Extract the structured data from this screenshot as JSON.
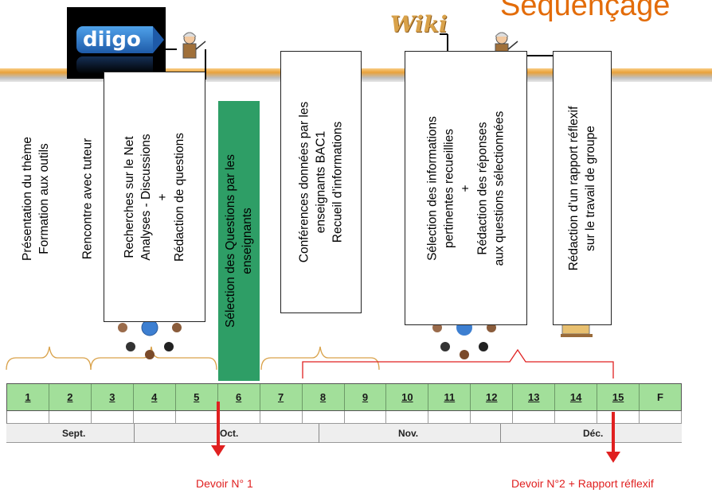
{
  "title": "Séquençage",
  "logos": {
    "diigo": "diigo",
    "wiki": "Wiki"
  },
  "activities": {
    "a1_line1": "Présentation du thème",
    "a1_line2": "Formation aux outils",
    "a2": "Rencontre avec tuteur",
    "a3_line1": "Recherches sur le Net",
    "a3_line2": "Analyses - Discussions",
    "a3_plus": "+",
    "a3_line3": "Rédaction de questions",
    "a4_line1": "Sélection des Questions par les",
    "a4_line2": "enseignants",
    "a5_line1": "Conférences données par les",
    "a5_line2": "enseignants BAC1",
    "a5_line3": "Recueil d’informations",
    "a6_line1": "Sélection des informations",
    "a6_line2": "pertinentes recueillies",
    "a6_plus": "+",
    "a6_line3": "Rédaction des réponses",
    "a6_line4": "aux questions sélectionnées",
    "a7_line1": "Rédaction d’un rapport réflexif",
    "a7_line2": "sur le travail de groupe"
  },
  "weeks": [
    "1",
    "2",
    "3",
    "4",
    "5",
    "6",
    "7",
    "8",
    "9",
    "10",
    "11",
    "12",
    "13",
    "14",
    "15",
    "F"
  ],
  "months": {
    "m1": "Sept.",
    "m2": "Oct.",
    "m3": "Nov.",
    "m4": "Déc."
  },
  "deadlines": {
    "d1": "Devoir N° 1",
    "d2": "Devoir N°2 + Rapport réflexif"
  },
  "colors": {
    "title": "#E36C09",
    "timeline": "#a2df9a",
    "selection": "#2e9e66",
    "deadline": "#e02020"
  }
}
